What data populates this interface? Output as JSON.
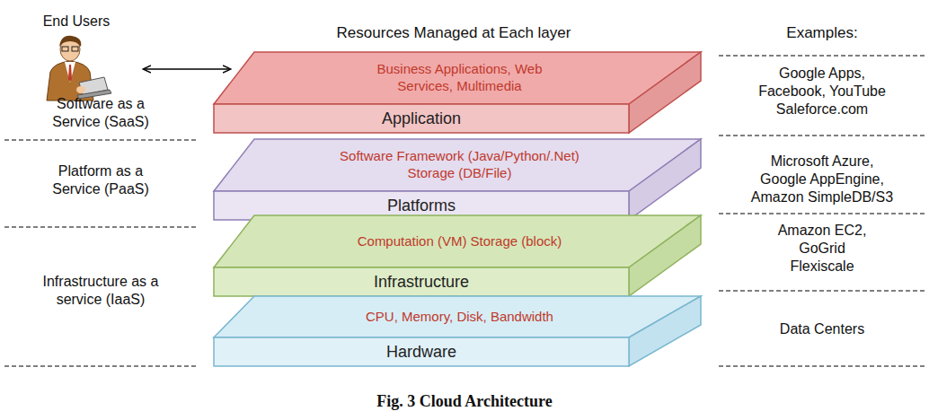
{
  "diagram": {
    "caption": "Fig. 3 Cloud Architecture",
    "nodes": [
      {
        "text": [
          "Business Applications, Web Services, Multimedia",
          "Application"
        ]
      },
      {
        "text": [
          "Software Framework (Java/Python/.Net) Storage (DB/File)",
          "Platforms"
        ]
      },
      {
        "text": [
          "Computation (VM) Storage (block)",
          "Infrastructure"
        ]
      },
      {
        "text": [
          "CPU, Memory, Disk, Bandwidth",
          "Hardware"
        ]
      }
    ],
    "edges": [],
    "labels": [
      "End Users",
      "Resources Managed at Each layer",
      "Examples:",
      "Software as a Service (SaaS)",
      "Platform as a Service (PaaS)",
      "Infrastructure as a service (IaaS)",
      "Google Apps, Facebook, YouTube Saleforce.com",
      "Microsoft Azure, Google AppEngine, Amazon SimpleDB/S3",
      "Amazon EC2, GoGrid Flexiscale",
      "Data Centers"
    ]
  }
}
